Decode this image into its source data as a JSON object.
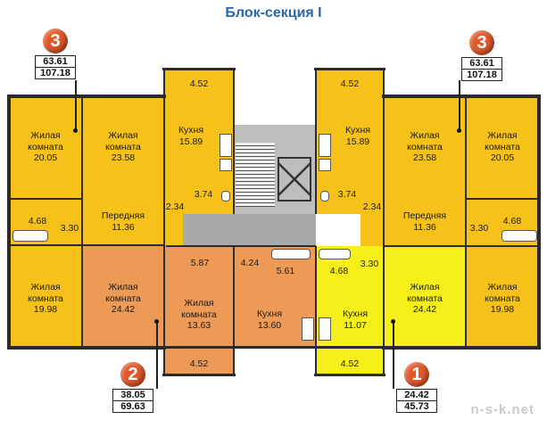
{
  "header": {
    "title": "Блок-секция I"
  },
  "colors": {
    "yellow": "#f6c21a",
    "orange": "#ec9a55",
    "bright_yellow": "#f6ef1a",
    "core_gray": "#a9a9a9",
    "wall": "#2b2b2b",
    "title_blue": "#2a66a8",
    "badge_red": "#e0582a"
  },
  "rooms": [
    {
      "id": "l-room1",
      "label": "Жилая\nкомната\n20.05"
    },
    {
      "id": "l-room2",
      "label": "Жилая\nкомната\n23.58"
    },
    {
      "id": "l-kitchen",
      "label": "Кухня\n15.89"
    },
    {
      "id": "l-balcony-top",
      "label": "4.52"
    },
    {
      "id": "l-wc",
      "label": "3.74"
    },
    {
      "id": "l-corr",
      "label": "2.34"
    },
    {
      "id": "l-bath",
      "label": "4.68"
    },
    {
      "id": "l-hall-small",
      "label": "3.30"
    },
    {
      "id": "l-hall",
      "label": "Передняя\n11.36"
    },
    {
      "id": "l-room3",
      "label": "Жилая\nкомната\n19.98"
    },
    {
      "id": "c-room1",
      "label": "Жилая\nкомната\n24.42"
    },
    {
      "id": "c-hall",
      "label": "5.87"
    },
    {
      "id": "c-room2",
      "label": "Жилая\nкомната\n13.63"
    },
    {
      "id": "c-hall2",
      "label": "4.24"
    },
    {
      "id": "c-bath",
      "label": "5.61"
    },
    {
      "id": "c-kitchen",
      "label": "Кухня\n13.60"
    },
    {
      "id": "c-balcony",
      "label": "4.52"
    },
    {
      "id": "y-bath",
      "label": "4.68"
    },
    {
      "id": "y-hall",
      "label": "3.30"
    },
    {
      "id": "y-kitchen",
      "label": "Кухня\n11.07"
    },
    {
      "id": "y-room",
      "label": "Жилая\nкомната\n24.42"
    },
    {
      "id": "y-balcony",
      "label": "4.52"
    },
    {
      "id": "r-balcony-top",
      "label": "4.52"
    },
    {
      "id": "r-kitchen",
      "label": "Кухня\n15.89"
    },
    {
      "id": "r-room2",
      "label": "Жилая\nкомната\n23.58"
    },
    {
      "id": "r-room1",
      "label": "Жилая\nкомната\n20.05"
    },
    {
      "id": "r-wc",
      "label": "3.74"
    },
    {
      "id": "r-corr",
      "label": "2.34"
    },
    {
      "id": "r-hall",
      "label": "Передняя\n11.36"
    },
    {
      "id": "r-hall-small",
      "label": "3.30"
    },
    {
      "id": "r-bath",
      "label": "4.68"
    },
    {
      "id": "r-room3",
      "label": "Жилая\nкомната\n19.98"
    }
  ],
  "apartments": [
    {
      "id": "apt-3-left",
      "rooms": "3",
      "living": "63.61",
      "total": "107.18"
    },
    {
      "id": "apt-3-right",
      "rooms": "3",
      "living": "63.61",
      "total": "107.18"
    },
    {
      "id": "apt-2",
      "rooms": "2",
      "living": "38.05",
      "total": "69.63"
    },
    {
      "id": "apt-1",
      "rooms": "1",
      "living": "24.42",
      "total": "45.73"
    }
  ],
  "watermark": "n-s-k.net"
}
